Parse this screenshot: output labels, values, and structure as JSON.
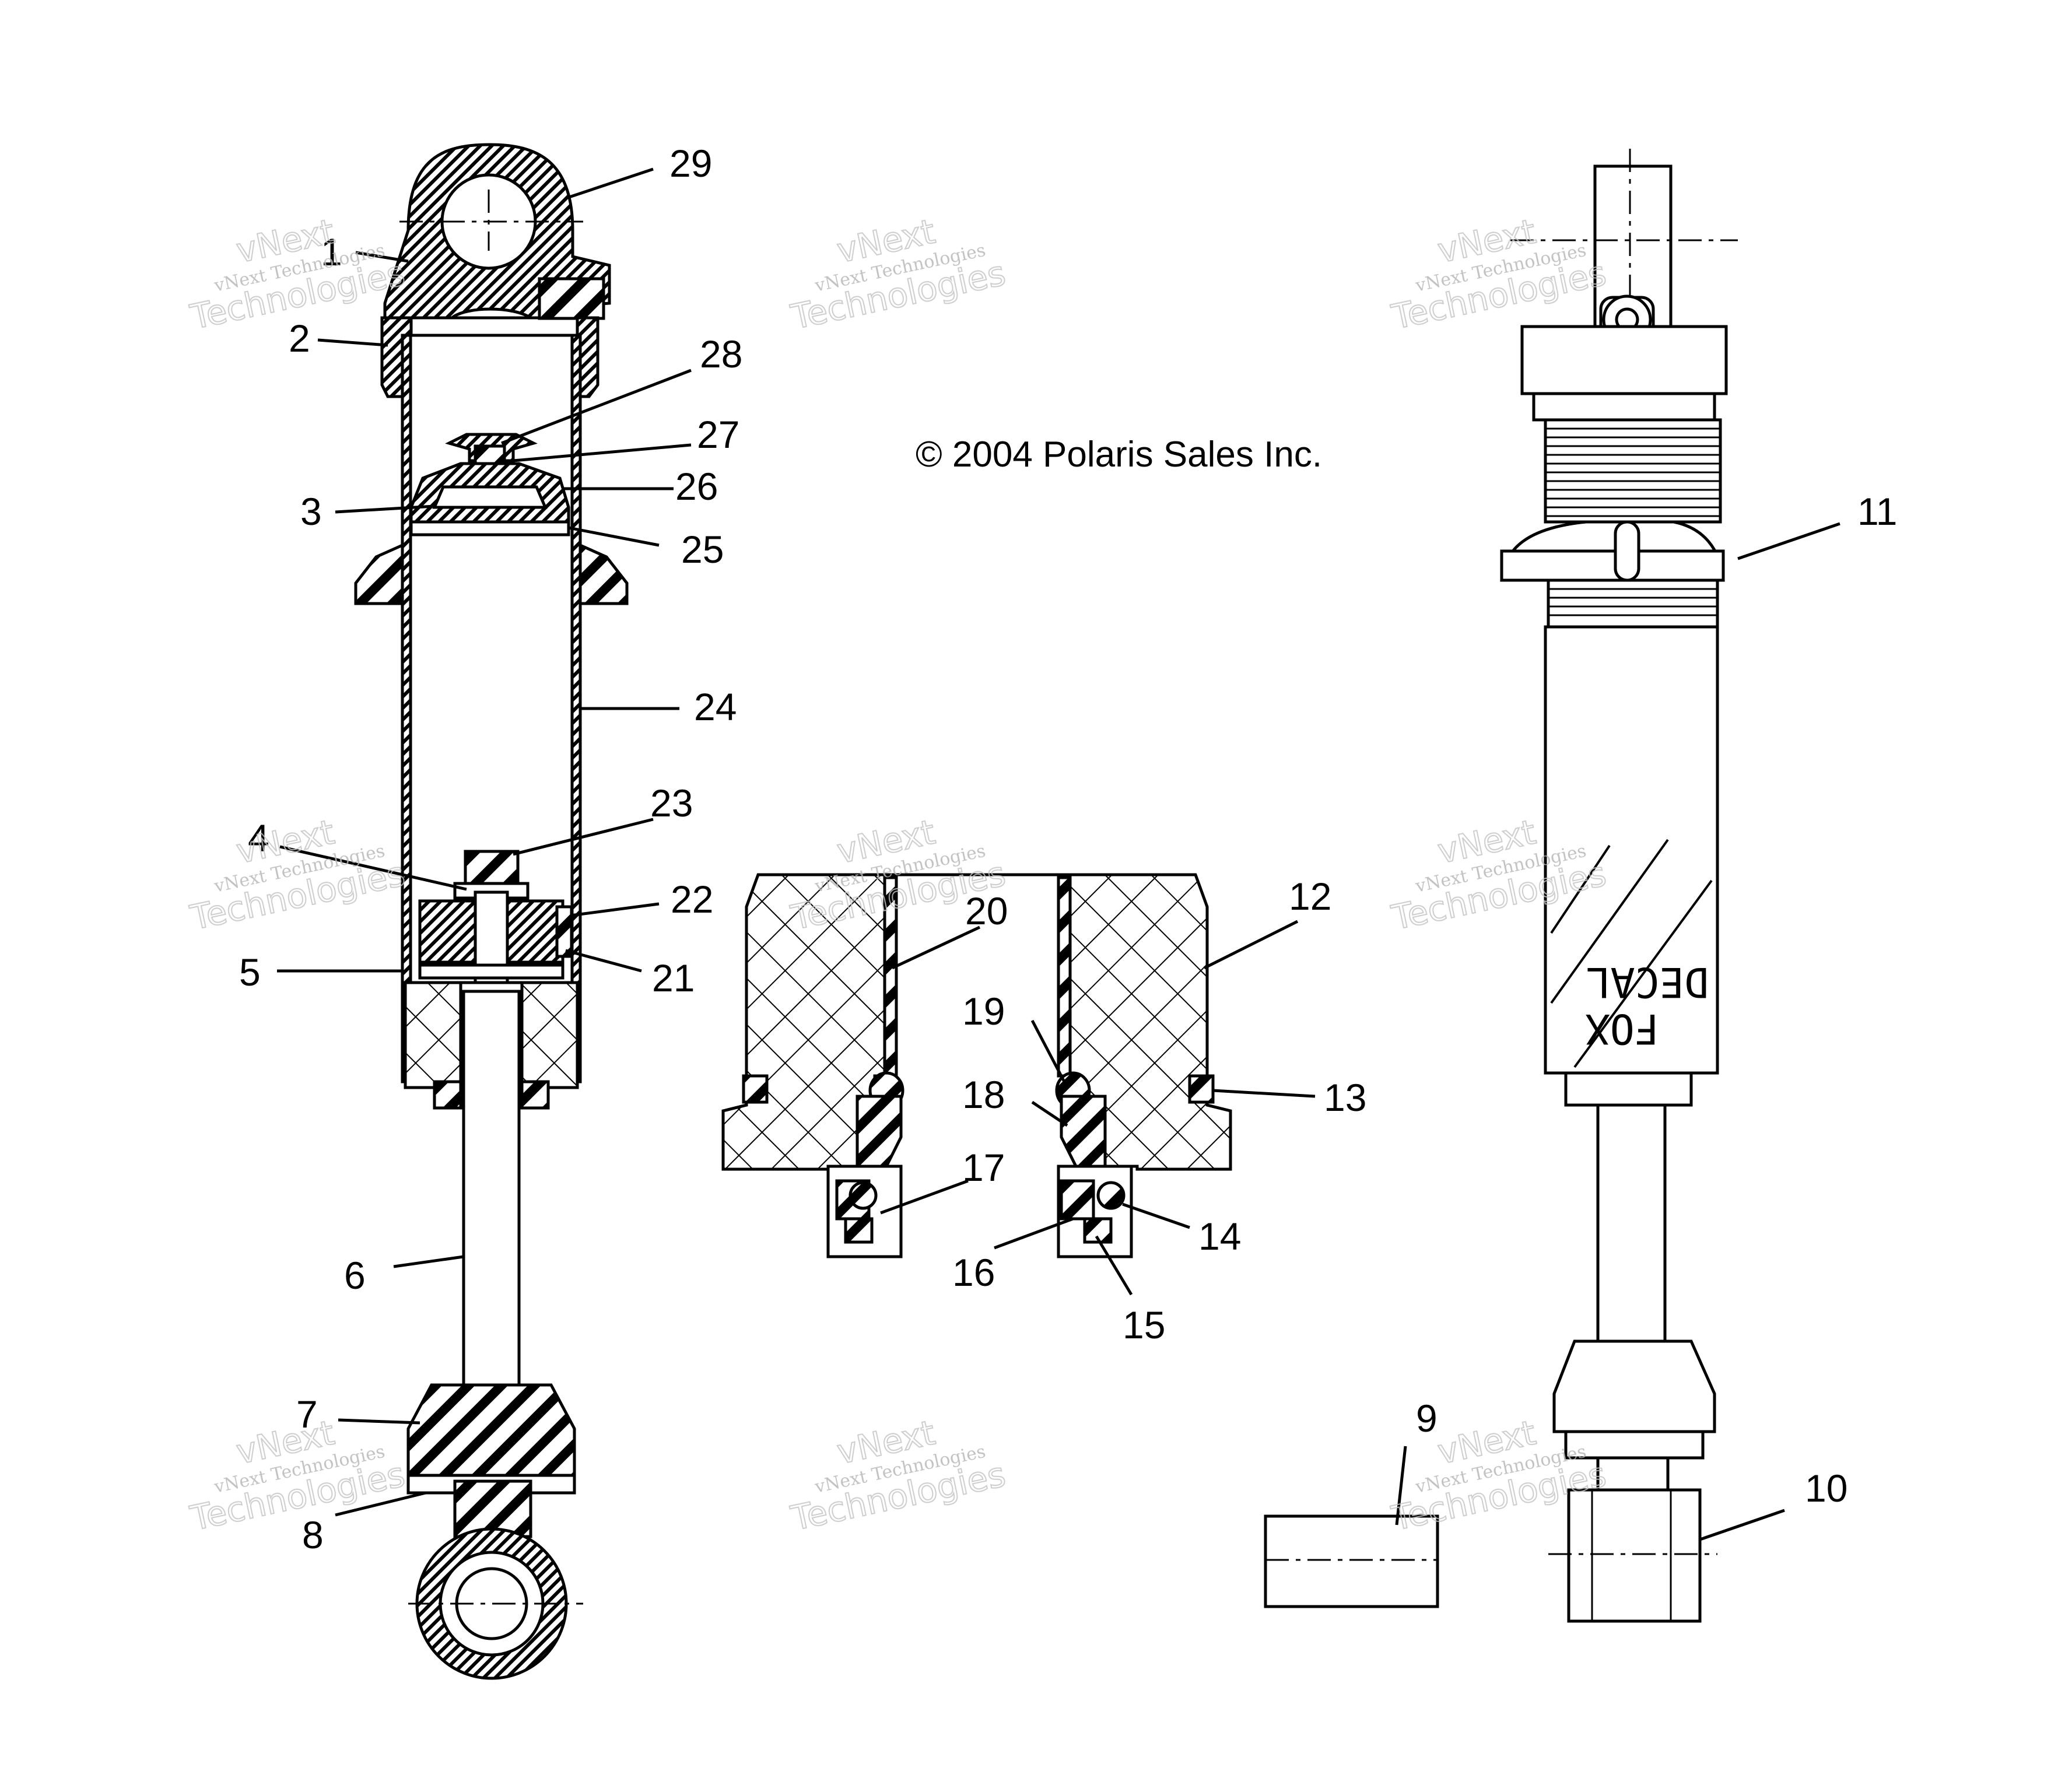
{
  "copyright": "© 2004 Polaris Sales Inc.",
  "watermark": {
    "line1": "vNext Technologies",
    "line2": "vNext",
    "line3": "Technologies"
  },
  "decal_text": {
    "line1": "DECAL",
    "line2": "FOX"
  },
  "callouts": [
    {
      "id": "1",
      "label": "1"
    },
    {
      "id": "2",
      "label": "2"
    },
    {
      "id": "3",
      "label": "3"
    },
    {
      "id": "4",
      "label": "4"
    },
    {
      "id": "5",
      "label": "5"
    },
    {
      "id": "6",
      "label": "6"
    },
    {
      "id": "7",
      "label": "7"
    },
    {
      "id": "8",
      "label": "8"
    },
    {
      "id": "9",
      "label": "9"
    },
    {
      "id": "10",
      "label": "10"
    },
    {
      "id": "11",
      "label": "11"
    },
    {
      "id": "12",
      "label": "12"
    },
    {
      "id": "13",
      "label": "13"
    },
    {
      "id": "14",
      "label": "14"
    },
    {
      "id": "15",
      "label": "15"
    },
    {
      "id": "16",
      "label": "16"
    },
    {
      "id": "17",
      "label": "17"
    },
    {
      "id": "18",
      "label": "18"
    },
    {
      "id": "19",
      "label": "19"
    },
    {
      "id": "20",
      "label": "20"
    },
    {
      "id": "21",
      "label": "21"
    },
    {
      "id": "22",
      "label": "22"
    },
    {
      "id": "23",
      "label": "23"
    },
    {
      "id": "24",
      "label": "24"
    },
    {
      "id": "25",
      "label": "25"
    },
    {
      "id": "26",
      "label": "26"
    },
    {
      "id": "27",
      "label": "27"
    },
    {
      "id": "28",
      "label": "28"
    },
    {
      "id": "29",
      "label": "29"
    }
  ]
}
